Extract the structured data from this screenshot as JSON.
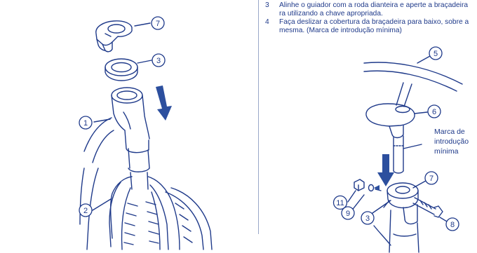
{
  "steps": [
    {
      "num": "3",
      "text": "Alinhe o guiador com a roda dianteira e aperte a braçadeira\nra utilizando a chave apropriada."
    },
    {
      "num": "4",
      "text": "Faça deslizar a cobertura da braçadeira para baixo, sobre a\nmesma. (Marca de introdução mínima)"
    }
  ],
  "left_figure": {
    "callouts": [
      "7",
      "3",
      "1",
      "2"
    ]
  },
  "right_figure": {
    "callouts": [
      "5",
      "6",
      "7",
      "11",
      "9",
      "3",
      "8"
    ],
    "note": {
      "line1": "Marca de",
      "line2": "introdução",
      "line3": "mínima"
    }
  },
  "colors": {
    "ink": "#1f3a8a",
    "arrow": "#2c4f9e"
  }
}
